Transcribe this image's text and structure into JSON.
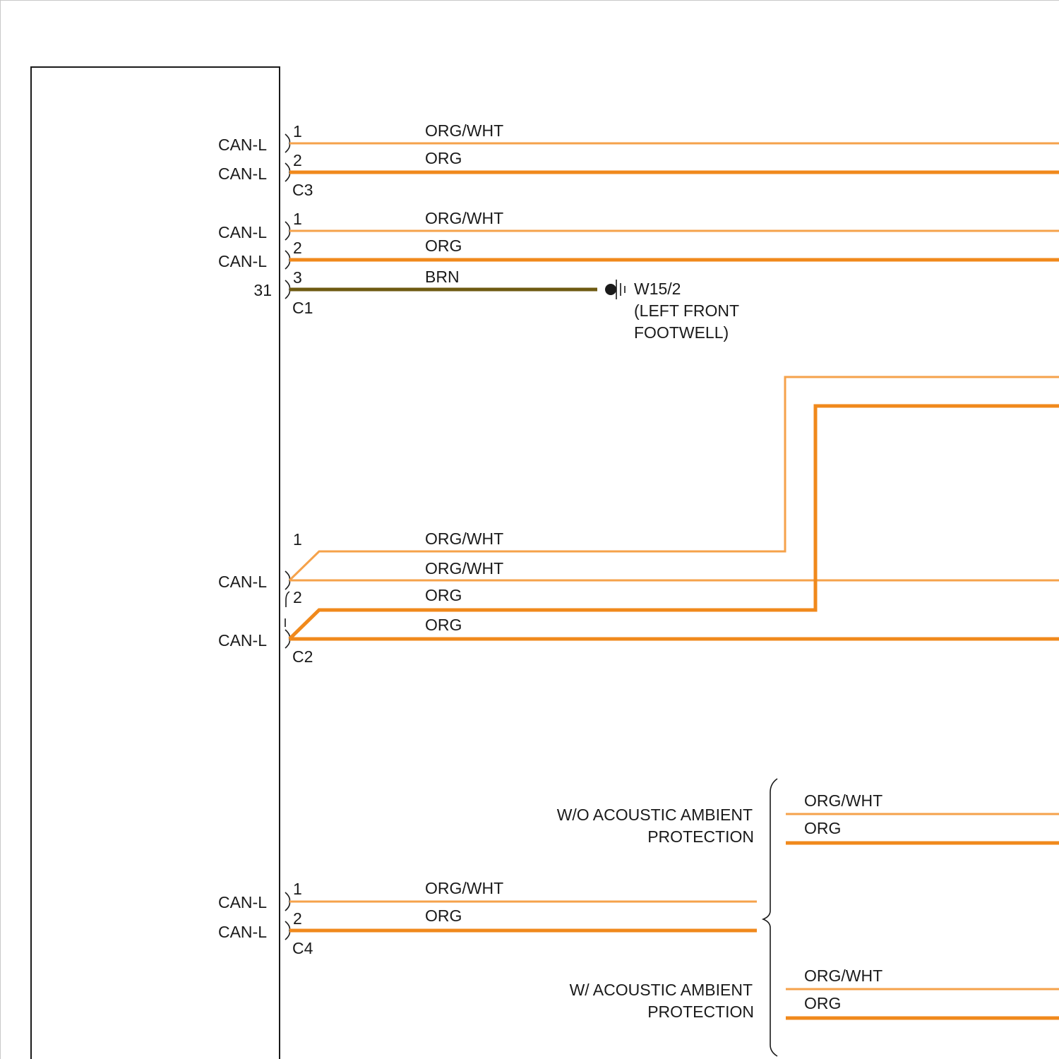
{
  "colors": {
    "org": "#f0891c",
    "org_wht": "#f5a24b",
    "brn": "#6e5a12"
  },
  "connectors": [
    {
      "id": "C3",
      "pins": [
        {
          "pin": "1",
          "signal": "CAN-L",
          "wire": "ORG/WHT"
        },
        {
          "pin": "2",
          "signal": "CAN-L",
          "wire": "ORG"
        }
      ]
    },
    {
      "id": "C1",
      "pins": [
        {
          "pin": "1",
          "signal": "CAN-L",
          "wire": "ORG/WHT"
        },
        {
          "pin": "2",
          "signal": "CAN-L",
          "wire": "ORG"
        },
        {
          "pin": "3",
          "signal": "31",
          "wire": "BRN"
        }
      ]
    },
    {
      "id": "C2",
      "pins": [
        {
          "pin": "1",
          "signal": "CAN-L",
          "wires": [
            "ORG/WHT",
            "ORG/WHT"
          ]
        },
        {
          "pin": "2",
          "signal": "CAN-L",
          "wires": [
            "ORG",
            "ORG"
          ]
        }
      ]
    },
    {
      "id": "C4",
      "pins": [
        {
          "pin": "1",
          "signal": "CAN-L",
          "wire": "ORG/WHT"
        },
        {
          "pin": "2",
          "signal": "CAN-L",
          "wire": "ORG"
        }
      ]
    }
  ],
  "ground": {
    "id": "W15/2",
    "location_line1": "(LEFT FRONT",
    "location_line2": "FOOTWELL)"
  },
  "variants": [
    {
      "line1": "W/O ACOUSTIC AMBIENT",
      "line2": "PROTECTION",
      "wires": [
        "ORG/WHT",
        "ORG"
      ]
    },
    {
      "line1": "W/ ACOUSTIC AMBIENT",
      "line2": "PROTECTION",
      "wires": [
        "ORG/WHT",
        "ORG"
      ]
    }
  ]
}
